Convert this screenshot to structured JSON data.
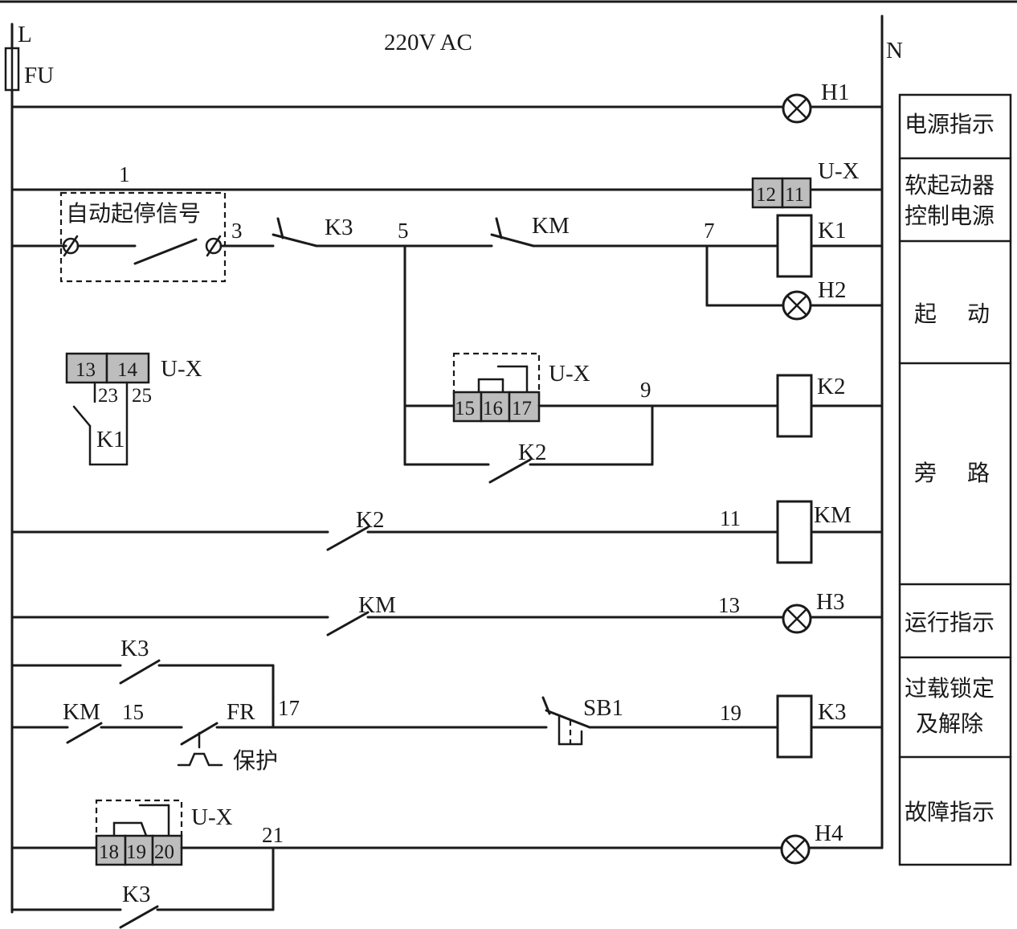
{
  "header": {
    "supply": "220V AC",
    "line": "L",
    "neutral": "N",
    "fuse": "FU"
  },
  "nodes": {
    "n1": "1",
    "n3": "3",
    "n5": "5",
    "n7": "7",
    "n9": "9",
    "n11": "11",
    "n13": "13",
    "n15": "15",
    "n17": "17",
    "n19": "19",
    "n21": "21",
    "n23": "23",
    "n25": "25"
  },
  "devices": {
    "h1": "H1",
    "h2": "H2",
    "h3": "H3",
    "h4": "H4",
    "k1": "K1",
    "k2": "K2",
    "k3": "K3",
    "km": "KM",
    "fr": "FR",
    "sb1": "SB1",
    "ux": "U-X"
  },
  "terminals": {
    "t11": "11",
    "t12": "12",
    "t13": "13",
    "t14": "14",
    "t15": "15",
    "t16": "16",
    "t17": "17",
    "t18": "18",
    "t19": "19",
    "t20": "20"
  },
  "text": {
    "auto_signal": "自动起停信号",
    "protect": "保护"
  },
  "legend": {
    "power": "电源指示",
    "softstart_1": "软起动器",
    "softstart_2": "控制电源",
    "start_1": "起",
    "start_2": "动",
    "bypass_1": "旁",
    "bypass_2": "路",
    "run": "运行指示",
    "overload_1": "过载锁定",
    "overload_2": "及解除",
    "fault": "故障指示"
  }
}
